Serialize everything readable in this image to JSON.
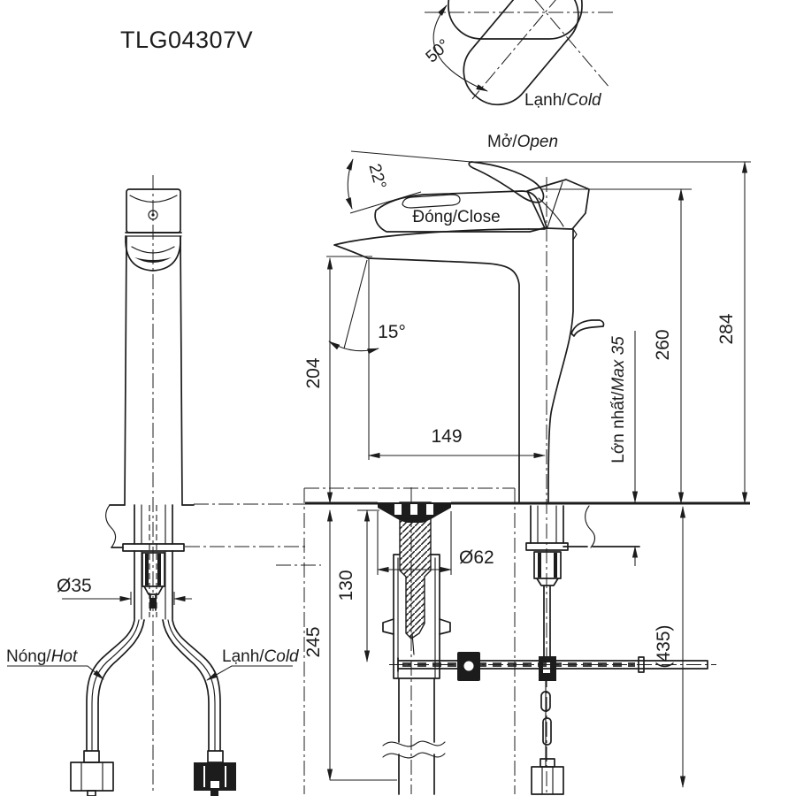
{
  "product_code": "TLG04307V",
  "colors": {
    "ink": "#1c1c1c",
    "paper": "#ffffff"
  },
  "labels": {
    "open_vi": "Mở/",
    "open_en": "Open",
    "close": "Đóng/Close",
    "hot_vi": "Nóng/",
    "hot_en": "Hot",
    "cold_vi": "Lạnh/",
    "cold_en": "Cold",
    "max_vi": "Lớn nhất/",
    "max_en": "Max 35"
  },
  "dimensions": {
    "handle_rotation": "50°",
    "handle_open_angle": "22°",
    "spout_angle": "15°",
    "spout_height": "204",
    "spout_reach": "149",
    "height_closed": "260",
    "height_open": "284",
    "base_diameter": "Ø35",
    "flange_diameter": "Ø62",
    "drain_body_length": "130",
    "tailpiece_length": "245",
    "below_counter_length": "(435)"
  }
}
